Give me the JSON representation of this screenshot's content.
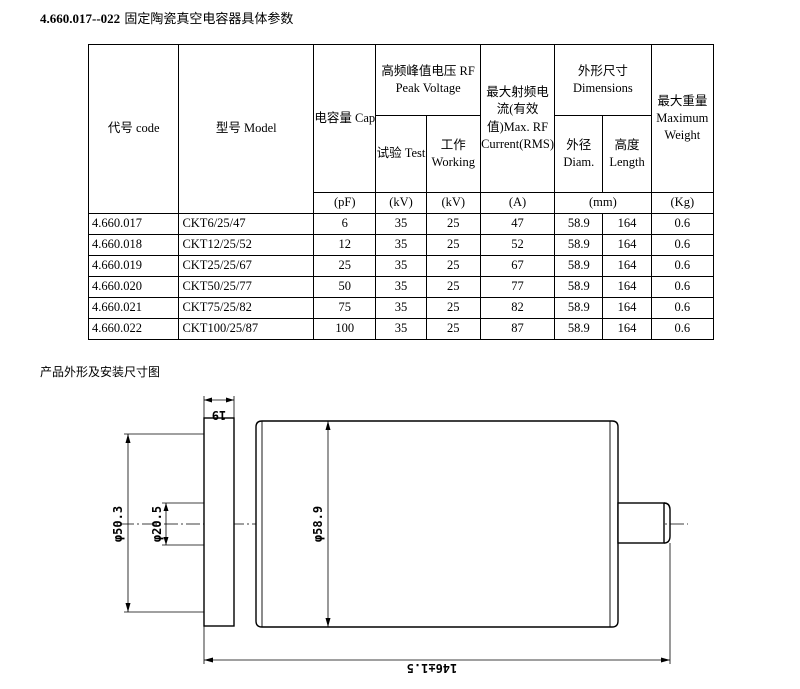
{
  "title": {
    "code_range": "4.660.017--022",
    "text": "固定陶瓷真空电容器具体参数"
  },
  "table": {
    "headers": {
      "code": "代号 code",
      "model": "型号 Model",
      "cap": "电容量 Cap",
      "voltage": "高频峰值电压 RF Peak Voltage",
      "test": "试验 Test",
      "working": "工作 Working",
      "current": "最大射频电流(有效值)Max. RF Current(RMS)",
      "dimensions": "外形尺寸 Dimensions",
      "diam": "外径 Diam.",
      "length": "高度 Length",
      "weight": "最大重量 Maximum Weight"
    },
    "units": {
      "cap": "(pF)",
      "test": "(kV)",
      "working": "(kV)",
      "current": "(A)",
      "dimensions": "(mm)",
      "weight": "(Kg)"
    },
    "rows": [
      {
        "code": "4.660.017",
        "model": "CKT6/25/47",
        "cap": "6",
        "test": "35",
        "working": "25",
        "current": "47",
        "diam": "58.9",
        "length": "164",
        "weight": "0.6"
      },
      {
        "code": "4.660.018",
        "model": "CKT12/25/52",
        "cap": "12",
        "test": "35",
        "working": "25",
        "current": "52",
        "diam": "58.9",
        "length": "164",
        "weight": "0.6"
      },
      {
        "code": "4.660.019",
        "model": "CKT25/25/67",
        "cap": "25",
        "test": "35",
        "working": "25",
        "current": "67",
        "diam": "58.9",
        "length": "164",
        "weight": "0.6"
      },
      {
        "code": "4.660.020",
        "model": "CKT50/25/77",
        "cap": "50",
        "test": "35",
        "working": "25",
        "current": "77",
        "diam": "58.9",
        "length": "164",
        "weight": "0.6"
      },
      {
        "code": "4.660.021",
        "model": "CKT75/25/82",
        "cap": "75",
        "test": "35",
        "working": "25",
        "current": "82",
        "diam": "58.9",
        "length": "164",
        "weight": "0.6"
      },
      {
        "code": "4.660.022",
        "model": "CKT100/25/87",
        "cap": "100",
        "test": "35",
        "working": "25",
        "current": "87",
        "diam": "58.9",
        "length": "164",
        "weight": "0.6"
      }
    ]
  },
  "drawing": {
    "caption": "产品外形及安装尺寸图",
    "dims": {
      "flange_width": "19",
      "flange_diameter": "φ50.3",
      "terminal_diameter": "φ20.5",
      "body_diameter": "φ58.9",
      "overall_length": "146±1.5"
    }
  }
}
